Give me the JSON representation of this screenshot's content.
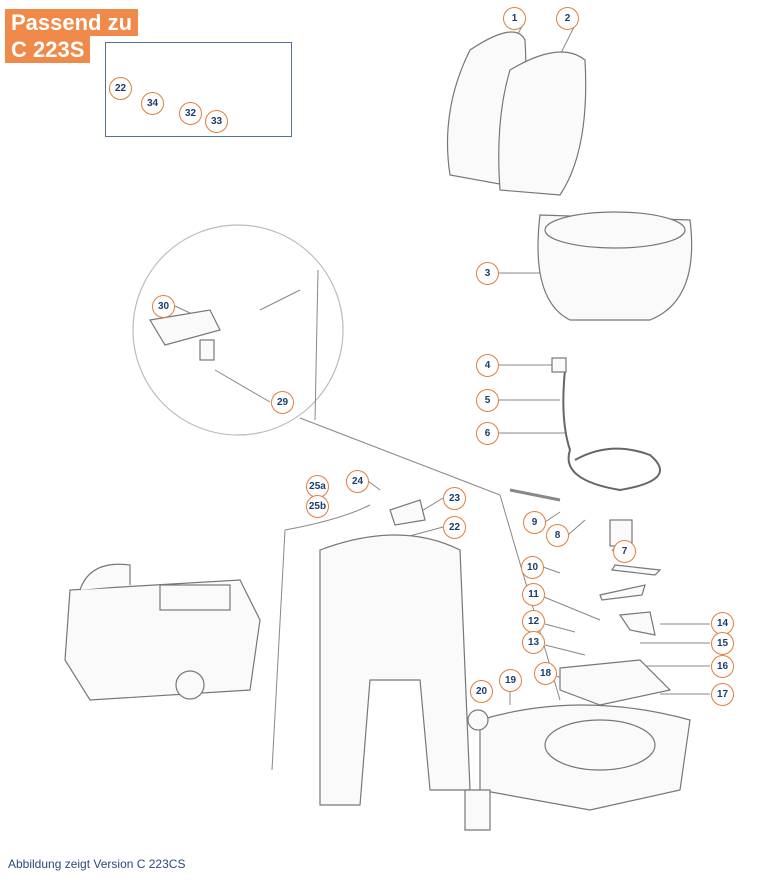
{
  "header": {
    "line1": "Passend zu",
    "line2": "C 223S"
  },
  "inset_callouts": [
    "22",
    "34",
    "32",
    "33"
  ],
  "callouts": [
    "1",
    "2",
    "3",
    "4",
    "5",
    "6",
    "7",
    "8",
    "9",
    "10",
    "11",
    "12",
    "13",
    "14",
    "15",
    "16",
    "17",
    "18",
    "19",
    "20",
    "22",
    "23",
    "24",
    "25a",
    "25b",
    "29",
    "30"
  ],
  "caption": "Abbildung zeigt Version C 223CS",
  "colors": {
    "accent": "#ef8a4a",
    "callout_text": "#1f3a6e",
    "caption": "#2b4a7c"
  }
}
